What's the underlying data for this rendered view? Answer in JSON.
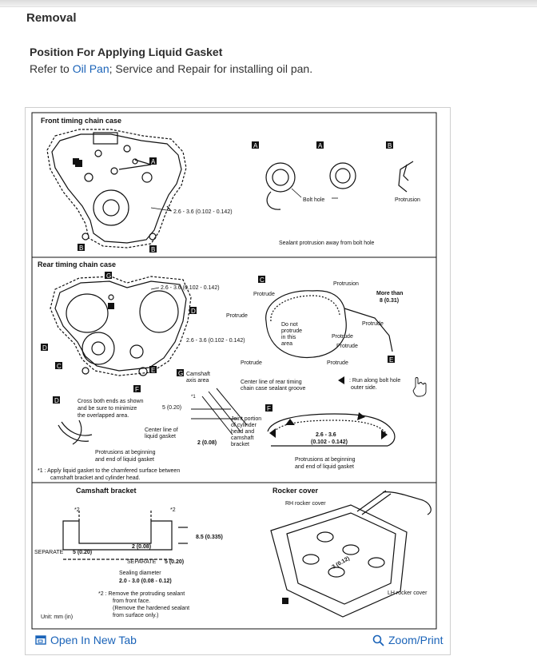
{
  "header": {
    "title": "Removal"
  },
  "section": {
    "subtitle": "Position For Applying Liquid Gasket",
    "ref_prefix": "Refer to ",
    "ref_link": "Oil Pan",
    "ref_suffix": "; Service and Repair for installing oil pan."
  },
  "diagram": {
    "front": {
      "title": "Front timing chain case",
      "dim": "2.6 - 3.6 (0.102 - 0.142)",
      "callout_a": "A",
      "callout_b": "B",
      "bolt_hole": "Bolt hole",
      "protrusion": "Protrusion",
      "note": "Sealant protrusion away from bolt hole"
    },
    "rear": {
      "title": "Rear timing chain case",
      "dim": "2.6 - 3.6 (0.102 - 0.142)",
      "dim2": "2.6 - 3.6 (0.102 - 0.142)",
      "callout_c": "C",
      "callout_d": "D",
      "callout_e": "E",
      "callout_f": "F",
      "callout_g": "G",
      "protrusion": "Protrusion",
      "protrude": "Protrude",
      "more_than": "More than",
      "more_than_val": "8 (0.31)",
      "do_not_1": "Do not",
      "do_not_2": "protrude",
      "do_not_3": "in this",
      "do_not_4": "area",
      "camshaft_axis_1": "Camshaft",
      "camshaft_axis_2": "axis area",
      "center_line_1": "Center line of rear timing",
      "center_line_2": "chain case sealant groove",
      "run_along_1": ": Run along bolt hole",
      "run_along_2": "outer side.",
      "cross_1": "Cross both ends as shown",
      "cross_2": "and be sure to minimize",
      "cross_3": "the overlapped area.",
      "star1": "*1",
      "dim_5": "5 (0.20)",
      "center_gasket_1": "Center line of",
      "center_gasket_2": "liquid gasket",
      "dim_2": "2 (0.08)",
      "joint_1": "Joint portion",
      "joint_2": "of cylinder",
      "joint_3": "head and",
      "joint_4": "camshaft",
      "joint_5": "bracket",
      "prot_begin_1": "Protrusions at beginning",
      "prot_begin_2": "and end of liquid gasket",
      "f_dim_1": "2.6 - 3.6",
      "f_dim_2": "(0.102 - 0.142)",
      "f_prot_1": "Protrusions at beginning",
      "f_prot_2": "and end of liquid gasket",
      "note_1": "*1 : Apply liquid gasket to the chamfered surface between",
      "note_2": "camshaft bracket and cylinder head."
    },
    "camshaft": {
      "title": "Camshaft bracket",
      "star2a": "*2",
      "star2b": "*2",
      "dim_85": "8.5 (0.335)",
      "dim_2": "2 (0.08)",
      "separate_left": "SEPARATE",
      "separate_left_val": "5 (0.20)",
      "separate_bottom": "SEPARATE",
      "separate_bottom_val": "5 (0.20)",
      "sealing_1": "Sealing diameter",
      "sealing_2": "2.0 - 3.0 (0.08 - 0.12)",
      "remove_1": "*2 : Remove the protruding sealant",
      "remove_2": "from front face.",
      "remove_3": "(Remove the hardened sealant",
      "remove_4": "from surface only.)",
      "unit": "Unit: mm (in)"
    },
    "rocker": {
      "title": "Rocker cover",
      "rh": "RH rocker cover",
      "lh": "LH rocker cover",
      "dim": "3 (0.12)"
    }
  },
  "footer": {
    "open_tab": "Open In New Tab",
    "zoom": "Zoom/Print"
  },
  "colors": {
    "link": "#1a63b8"
  }
}
